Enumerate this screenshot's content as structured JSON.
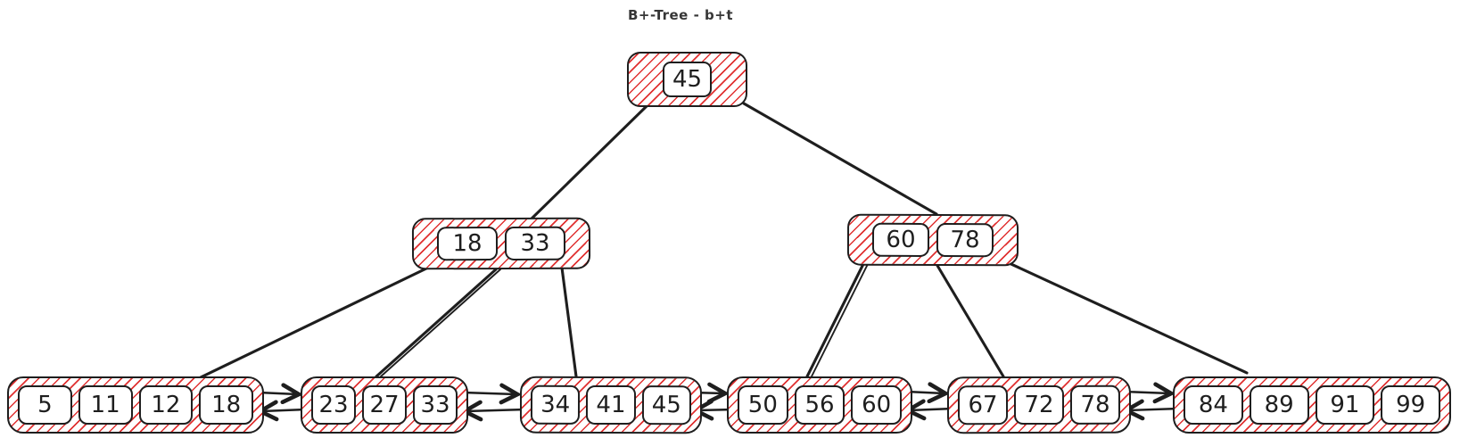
{
  "title": "B+-Tree - b+t",
  "colors": {
    "stroke": "#1e1e1e",
    "hatch_fill": "#e03131",
    "background": "#ffffff"
  },
  "tree": {
    "root": {
      "keys": [
        "45"
      ]
    },
    "internal": [
      {
        "keys": [
          "18",
          "33"
        ]
      },
      {
        "keys": [
          "60",
          "78"
        ]
      }
    ],
    "leaves": [
      {
        "keys": [
          "5",
          "11",
          "12",
          "18"
        ]
      },
      {
        "keys": [
          "23",
          "27",
          "33"
        ]
      },
      {
        "keys": [
          "34",
          "41",
          "45"
        ]
      },
      {
        "keys": [
          "50",
          "56",
          "60"
        ]
      },
      {
        "keys": [
          "67",
          "72",
          "78"
        ]
      },
      {
        "keys": [
          "84",
          "89",
          "91",
          "99"
        ]
      }
    ],
    "relations": {
      "root_children": [
        "internal-0",
        "internal-1"
      ],
      "internal_0_children": [
        "leaf-0",
        "leaf-1",
        "leaf-2"
      ],
      "internal_1_children": [
        "leaf-3",
        "leaf-4",
        "leaf-5"
      ],
      "leaf_chain": "adjacent leaves connected by bidirectional arrows"
    }
  }
}
